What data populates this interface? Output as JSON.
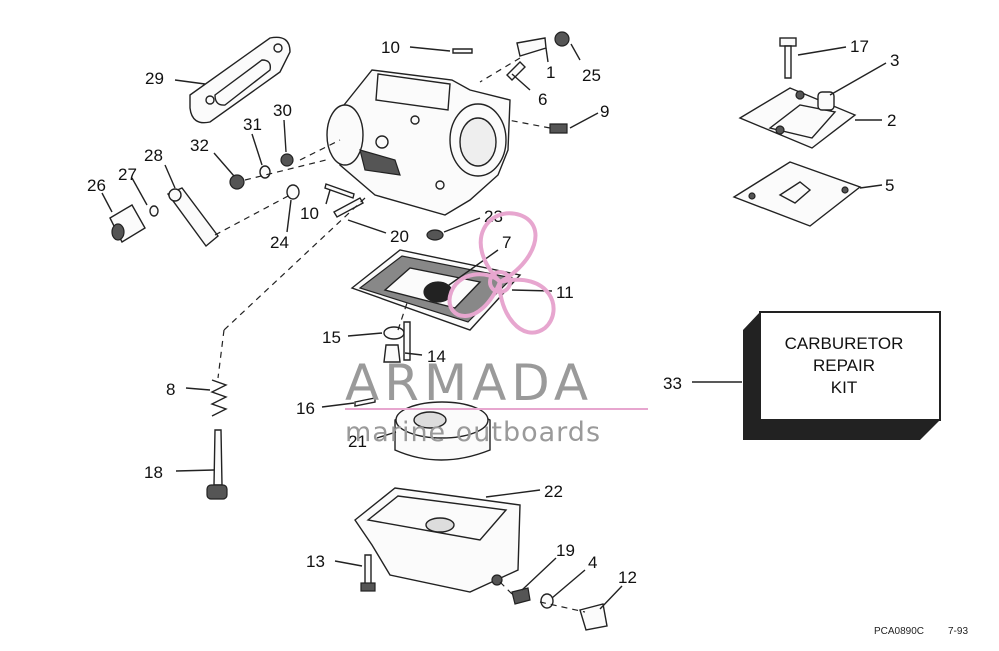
{
  "callouts": {
    "c1": "1",
    "c2": "2",
    "c3": "3",
    "c4": "4",
    "c5": "5",
    "c6": "6",
    "c7": "7",
    "c8": "8",
    "c9": "9",
    "c10a": "10",
    "c10b": "10",
    "c11": "11",
    "c12": "12",
    "c13": "13",
    "c14": "14",
    "c15": "15",
    "c16": "16",
    "c17": "17",
    "c18": "18",
    "c19": "19",
    "c20": "20",
    "c21": "21",
    "c22": "22",
    "c23": "23",
    "c24": "24",
    "c25": "25",
    "c26": "26",
    "c27": "27",
    "c28": "28",
    "c29": "29",
    "c30": "30",
    "c31": "31",
    "c32": "32",
    "c33": "33"
  },
  "repair_kit": {
    "line1": "CARBURETOR",
    "line2": "REPAIR",
    "line3": "KIT"
  },
  "watermark": {
    "brand": "ARMADA",
    "tagline": "marine outboards",
    "color": "#e7a6cf"
  },
  "footer": {
    "code": "PCA0890C",
    "date": "7-93"
  }
}
